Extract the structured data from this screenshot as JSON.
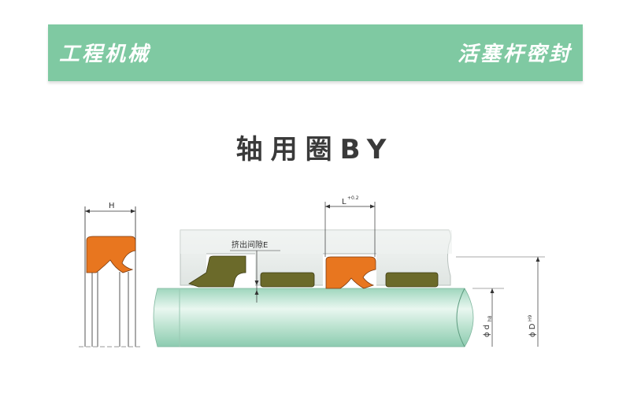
{
  "header": {
    "left_text": "工程机械",
    "right_text": "活塞杆密封",
    "background": "#7fc9a2"
  },
  "title": "轴用圈BY",
  "diagram": {
    "label_H": "H",
    "label_L": "L",
    "label_L_tol": "+0.2",
    "label_gap": "挤出间隙E",
    "label_d": "ϕ d",
    "label_d_tol": "h8",
    "label_D": "ϕ D",
    "label_D_tol": "H9",
    "colors": {
      "seal": "#e8761f",
      "guide": "#6b6a2a",
      "rod": "#bfe3d2",
      "housing": "#e3e8e5"
    }
  }
}
